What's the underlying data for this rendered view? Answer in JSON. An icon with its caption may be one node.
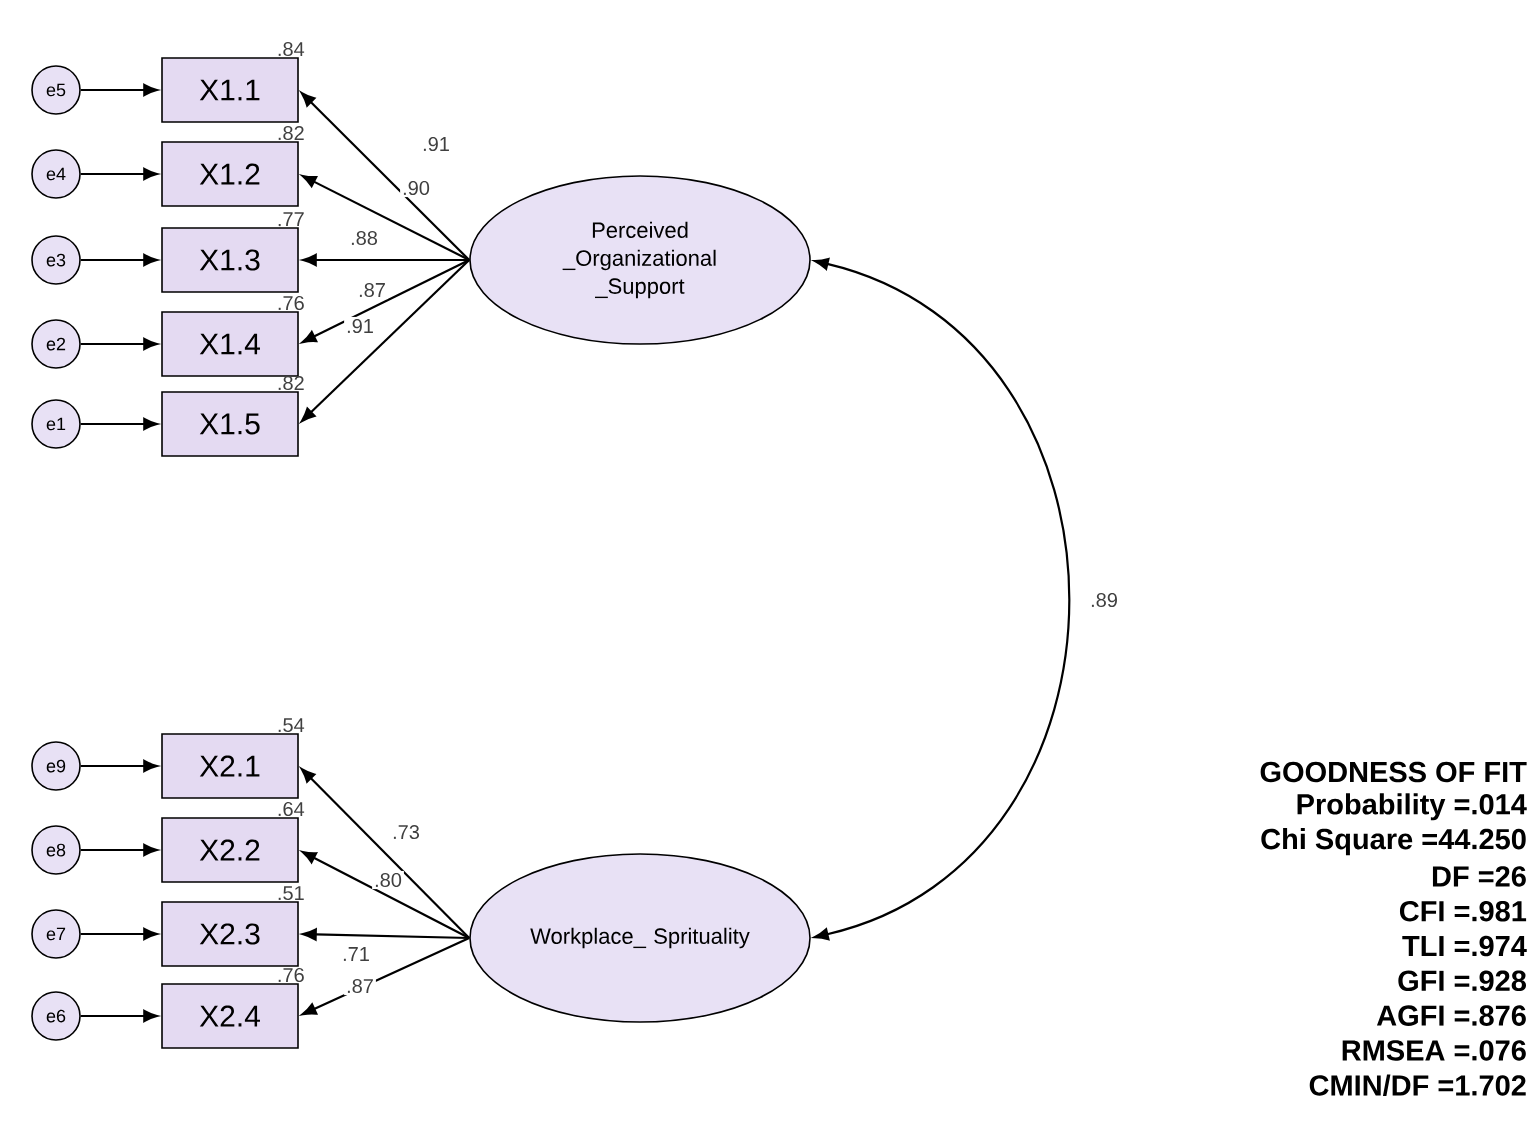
{
  "diagram": {
    "nodes": [
      {
        "text": [
          "e5"
        ]
      },
      {
        "text": [
          "X1.1"
        ],
        "beside": [
          ".84"
        ]
      },
      {
        "text": [
          "e4"
        ]
      },
      {
        "text": [
          "X1.2"
        ],
        "beside": [
          ".82"
        ]
      },
      {
        "text": [
          "e3"
        ]
      },
      {
        "text": [
          "X1.3"
        ],
        "beside": [
          ".77"
        ]
      },
      {
        "text": [
          "e2"
        ]
      },
      {
        "text": [
          "X1.4"
        ],
        "beside": [
          ".76"
        ]
      },
      {
        "text": [
          "e1"
        ]
      },
      {
        "text": [
          "X1.5"
        ],
        "beside": [
          ".82"
        ]
      },
      {
        "text": [
          "Perceived _Organizational _Support"
        ]
      },
      {
        "text": [
          "e9"
        ]
      },
      {
        "text": [
          "X2.1"
        ],
        "beside": [
          ".54"
        ]
      },
      {
        "text": [
          "e8"
        ]
      },
      {
        "text": [
          "X2.2"
        ],
        "beside": [
          ".64"
        ]
      },
      {
        "text": [
          "e7"
        ]
      },
      {
        "text": [
          "X2.3"
        ],
        "beside": [
          ".51"
        ]
      },
      {
        "text": [
          "e6"
        ]
      },
      {
        "text": [
          "X2.4"
        ],
        "beside": [
          ".76"
        ]
      },
      {
        "text": [
          "Workplace_ Sprituality"
        ]
      }
    ],
    "edges": [
      {
        "from": 0,
        "to": 1,
        "arrow": "to"
      },
      {
        "from": 2,
        "to": 3,
        "arrow": "to"
      },
      {
        "from": 4,
        "to": 5,
        "arrow": "to"
      },
      {
        "from": 6,
        "to": 7,
        "arrow": "to"
      },
      {
        "from": 8,
        "to": 9,
        "arrow": "to"
      },
      {
        "from": 10,
        "to": 1,
        "arrow": "to",
        "label": ".91"
      },
      {
        "from": 10,
        "to": 3,
        "arrow": "to",
        "label": ".90"
      },
      {
        "from": 10,
        "to": 5,
        "arrow": "to",
        "label": ".88"
      },
      {
        "from": 10,
        "to": 7,
        "arrow": "to",
        "label": ".87"
      },
      {
        "from": 10,
        "to": 9,
        "arrow": "to",
        "label": ".91"
      },
      {
        "from": 11,
        "to": 12,
        "arrow": "to"
      },
      {
        "from": 13,
        "to": 14,
        "arrow": "to"
      },
      {
        "from": 15,
        "to": 16,
        "arrow": "to"
      },
      {
        "from": 17,
        "to": 18,
        "arrow": "to"
      },
      {
        "from": 19,
        "to": 12,
        "arrow": "to",
        "label": ".73"
      },
      {
        "from": 19,
        "to": 14,
        "arrow": "to",
        "label": ".80"
      },
      {
        "from": 19,
        "to": 16,
        "arrow": "to",
        "label": ".71"
      },
      {
        "from": 19,
        "to": 18,
        "arrow": "to",
        "label": ".87"
      },
      {
        "from": 10,
        "to": 19,
        "arrow": "both",
        "label": ".89"
      }
    ],
    "labels": [
      "GOODNESS OF FIT",
      "Probability =.014",
      "Chi Square =44.250",
      "DF =26",
      "CFI =.981",
      "TLI =.974",
      "GFI =.928",
      "AGFI =.876",
      "RMSEA =.076",
      "CMIN/DF =1.702"
    ]
  }
}
